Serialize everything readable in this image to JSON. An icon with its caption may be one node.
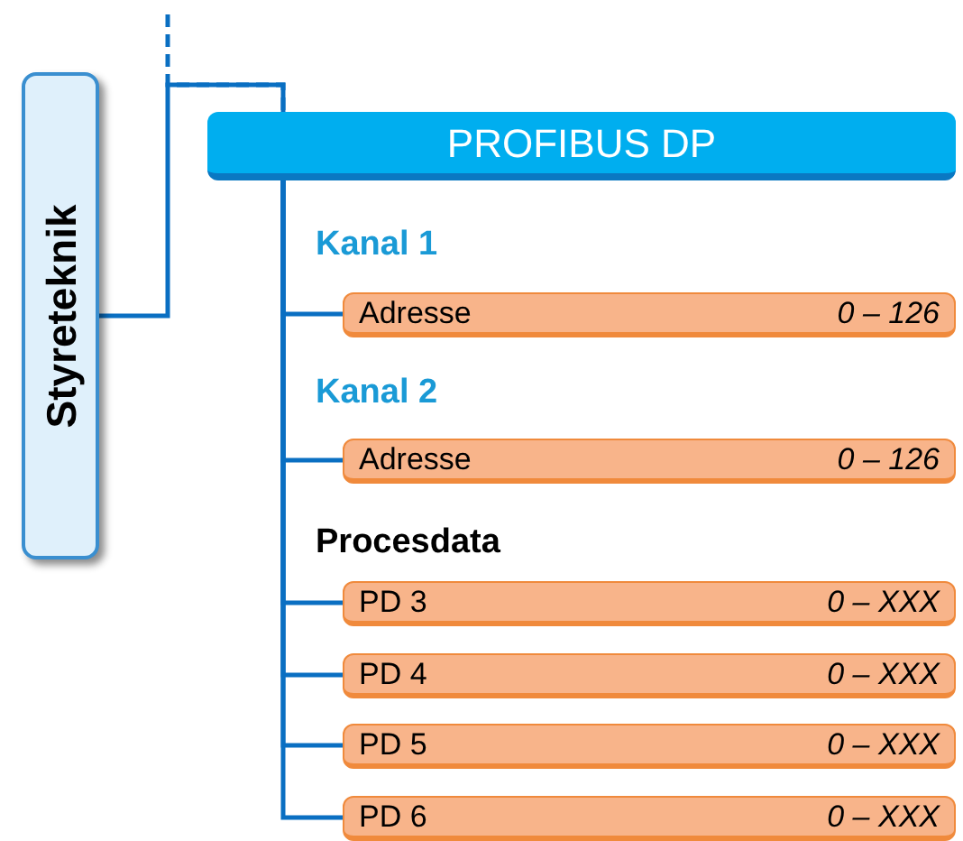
{
  "diagram": {
    "nodes": [
      {
        "text": [
          "Styreteknik"
        ]
      },
      {
        "text": [
          "PROFIBUS DP"
        ]
      },
      {
        "text": [
          "Adresse",
          "0 – 126"
        ]
      },
      {
        "text": [
          "Adresse",
          "0 – 126"
        ]
      },
      {
        "text": [
          "PD 3",
          "0 – XXX"
        ]
      },
      {
        "text": [
          "PD 4",
          "0 – XXX"
        ]
      },
      {
        "text": [
          "PD 5",
          "0 – XXX"
        ]
      },
      {
        "text": [
          "PD 6",
          "0 – XXX"
        ]
      }
    ],
    "edges": [
      {
        "from": null,
        "to": 1,
        "arrow": "none",
        "style": "dashed"
      },
      {
        "from": 0,
        "to": 1,
        "arrow": "none"
      },
      {
        "from": 1,
        "to": 2,
        "arrow": "none"
      },
      {
        "from": 1,
        "to": 3,
        "arrow": "none"
      },
      {
        "from": 1,
        "to": 4,
        "arrow": "none"
      },
      {
        "from": 1,
        "to": 5,
        "arrow": "none"
      },
      {
        "from": 1,
        "to": 6,
        "arrow": "none"
      },
      {
        "from": 1,
        "to": 7,
        "arrow": "none"
      }
    ],
    "labels": [
      "Kanal 1",
      "Kanal 2",
      "Procesdata"
    ]
  }
}
